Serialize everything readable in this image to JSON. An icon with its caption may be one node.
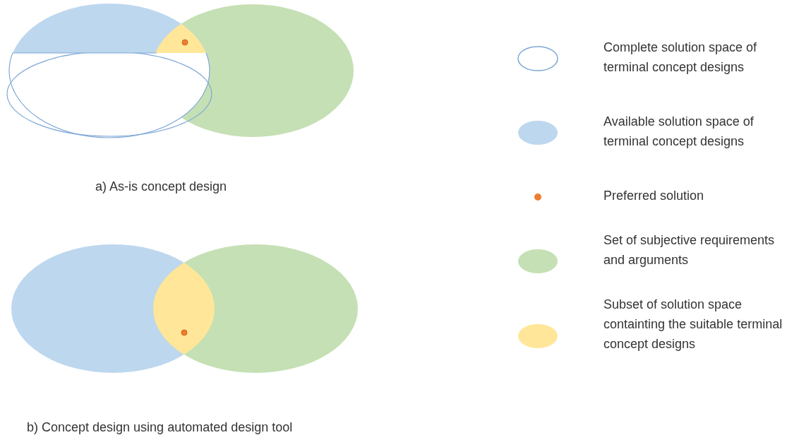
{
  "diagram": {
    "labels": [
      "a) As-is concept design",
      "b) Concept design using automated design tool"
    ],
    "legend": [
      {
        "text": "Complete solution space of terminal concept designs"
      },
      {
        "text": "Available solution space of terminal concept designs",
        "color": "#bdd7ee"
      },
      {
        "text": "Preferred solution"
      },
      {
        "text": "Set of subjective requirements and arguments",
        "color": "#c5e0b4"
      },
      {
        "text": "Subset of solution space containting the suitable terminal concept designs",
        "color": "#ffe699"
      }
    ]
  }
}
